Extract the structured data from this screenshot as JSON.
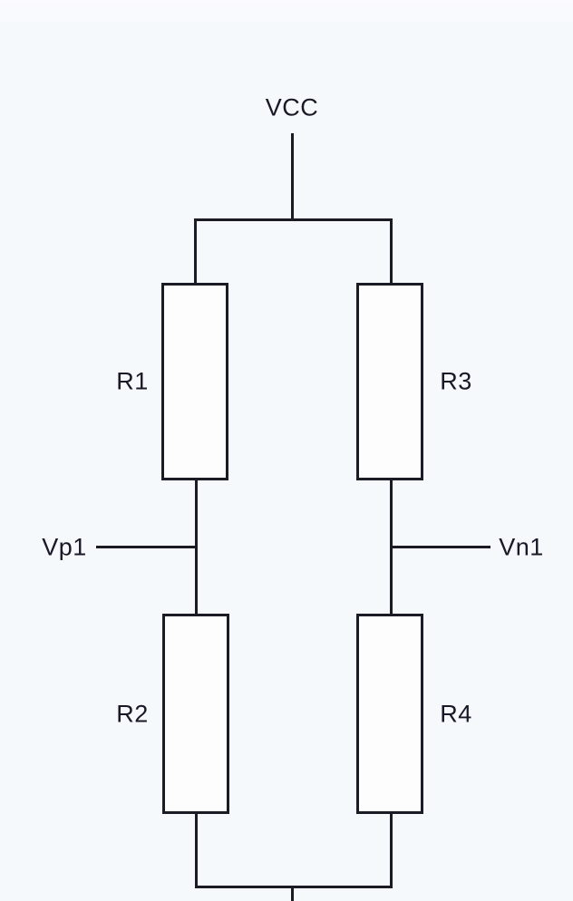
{
  "diagram": {
    "kind": "circuit-schematic",
    "description": "Resistor divider bridge: VCC feeds two series branches (R1-R2 and R3-R4); midpoints tapped as Vp1 and Vn1; branches joined at bottom rail with stub leaving frame",
    "colors": {
      "background": "#f6f9fc",
      "wire": "#1b1b26",
      "text": "#181826",
      "resistor_fill": "#fdfdfe"
    },
    "labels": {
      "supply": "VCC",
      "r1": "R1",
      "r2": "R2",
      "r3": "R3",
      "r4": "R4",
      "tap_positive": "Vp1",
      "tap_negative": "Vn1"
    },
    "components": [
      {
        "ref": "R1",
        "type": "resistor",
        "branch": "left",
        "position": "upper"
      },
      {
        "ref": "R2",
        "type": "resistor",
        "branch": "left",
        "position": "lower"
      },
      {
        "ref": "R3",
        "type": "resistor",
        "branch": "right",
        "position": "upper"
      },
      {
        "ref": "R4",
        "type": "resistor",
        "branch": "right",
        "position": "lower"
      }
    ],
    "nets": [
      {
        "name": "VCC",
        "connects": [
          "R1.top",
          "R3.top"
        ]
      },
      {
        "name": "Vp1",
        "connects": [
          "R1.bottom",
          "R2.top"
        ]
      },
      {
        "name": "Vn1",
        "connects": [
          "R3.bottom",
          "R4.top"
        ]
      },
      {
        "name": "bottom",
        "connects": [
          "R2.bottom",
          "R4.bottom"
        ]
      }
    ]
  }
}
